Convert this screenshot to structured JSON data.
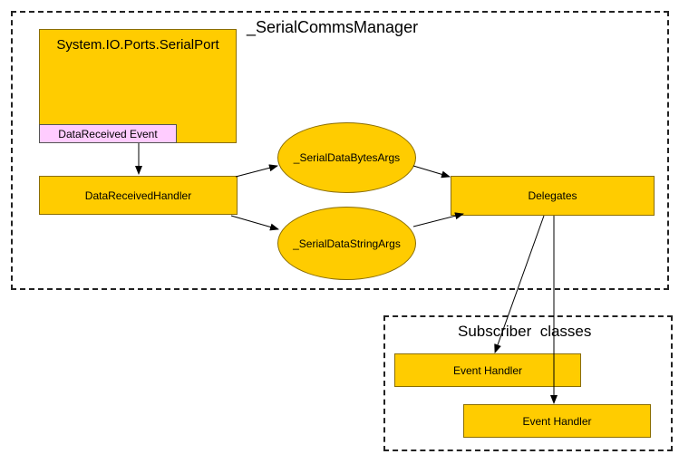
{
  "manager": {
    "title": "_SerialCommsManager",
    "serial_port": {
      "label": "System.IO.Ports.SerialPort",
      "event_label": "DataReceived Event"
    },
    "handler_label": "DataReceivedHandler",
    "bytes_args_label": "_SerialDataBytesArgs",
    "string_args_label": "_SerialDataStringArgs",
    "delegates_label": "Delegates"
  },
  "subscribers": {
    "title": "Subscriber  classes",
    "handlers": [
      {
        "label": "Event Handler"
      },
      {
        "label": "Event Handler"
      }
    ]
  },
  "colors": {
    "node_fill": "#FFCC00",
    "event_fill": "#FFCCFF",
    "border": "#222222"
  }
}
